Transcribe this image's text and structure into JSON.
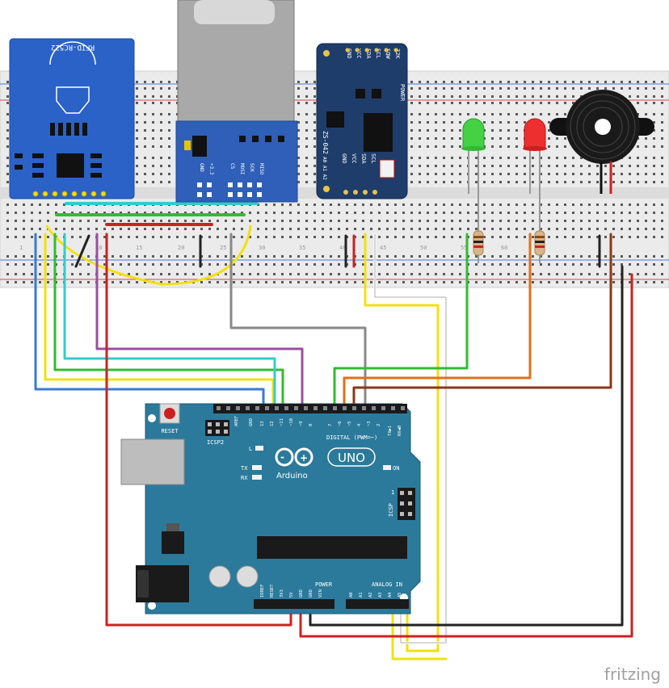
{
  "rfid": {
    "label": "RFID-RC522"
  },
  "rtc": {
    "model": "ZS-042",
    "top_pins": [
      "32K",
      "SQW",
      "SCL",
      "SDA",
      "VCC",
      "GND"
    ],
    "bottom_pins": [
      "SCL",
      "SDA",
      "VCC",
      "GND"
    ],
    "power_label": "POWER",
    "addr_label": "A0 A1 A2"
  },
  "sd": {
    "pins": [
      "GND",
      "+3.3",
      "CS",
      "MOSI",
      "SCK",
      "MISO"
    ]
  },
  "breadboard": {
    "col_numbers": [
      "1",
      "5",
      "10",
      "15",
      "20",
      "25",
      "30",
      "35",
      "40",
      "45",
      "50",
      "55",
      "60"
    ]
  },
  "arduino": {
    "brand": "Arduino",
    "model": "UNO",
    "reset": "RESET",
    "icsp2": "ICSP2",
    "icsp": "ICSP",
    "icsp_pin1": "1",
    "led_l": "L",
    "led_tx": "TX",
    "led_rx": "RX",
    "led_on": "ON",
    "digital_label": "DIGITAL (PWM=~)",
    "digital_pins": [
      "AREF",
      "GND",
      "13",
      "12",
      "~11",
      "~10",
      "~9",
      "8",
      "7",
      "~6",
      "~5",
      "4",
      "~3",
      "2",
      "TX▶1",
      "RX◀0"
    ],
    "power_label": "POWER",
    "power_pins": [
      "IOREF",
      "RESET",
      "3V3",
      "5V",
      "GND",
      "GND",
      "VIN"
    ],
    "analog_label": "ANALOG IN",
    "analog_pins": [
      "A0",
      "A1",
      "A2",
      "A3",
      "A4",
      "A5"
    ]
  },
  "watermark": "fritzing",
  "colors": {
    "board": "#2b7a9b",
    "breadboard": "#ebebeb",
    "rtc": "#1f3d6b",
    "sd": "#2f5fb8",
    "rfid": "#2a62c8"
  }
}
